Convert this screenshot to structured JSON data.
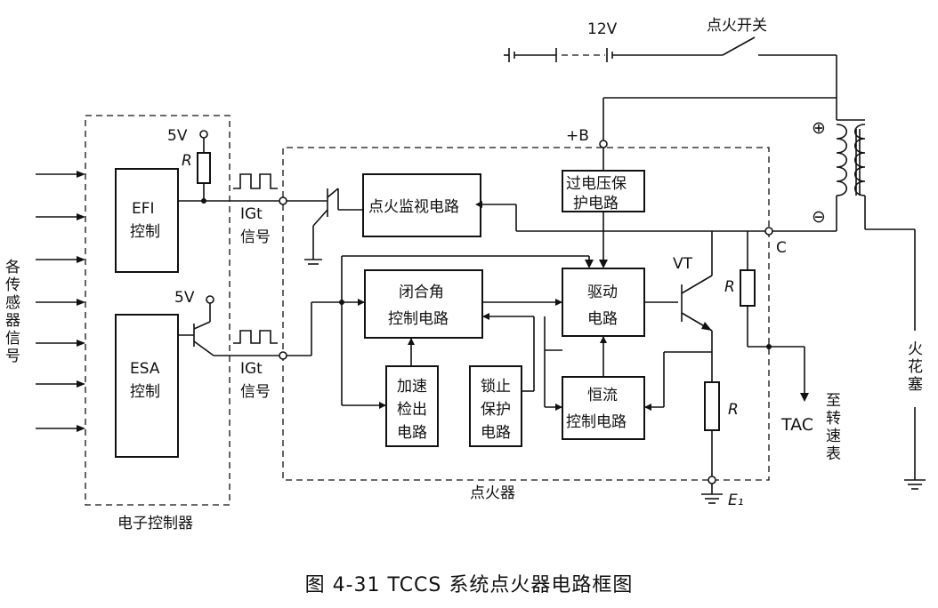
{
  "supply": {
    "voltage": "12V",
    "ignition_switch": "点火开关",
    "plus_b": "+B"
  },
  "ecu": {
    "title": "电子控制器",
    "sensor_signal": "各传感器信号",
    "efi": {
      "line1": "EFI",
      "line2": "控制"
    },
    "esa": {
      "line1": "ESA",
      "line2": "控制"
    },
    "five_v_1": "5V",
    "five_v_2": "5V",
    "resistor_label": "R"
  },
  "signals": {
    "igt_1": {
      "line1": "IGt",
      "line2": "信号"
    },
    "igt_2": {
      "line1": "IGt",
      "line2": "信号"
    }
  },
  "igniter": {
    "title": "点火器",
    "monitor": "点火监视电路",
    "overvoltage": {
      "line1": "过电压保",
      "line2": "护电路"
    },
    "dwell": {
      "line1": "闭合角",
      "line2": "控制电路"
    },
    "driver": {
      "line1": "驱动",
      "line2": "电路"
    },
    "accel": {
      "line1": "加速",
      "line2": "检出",
      "line3": "电路"
    },
    "lock": {
      "line1": "锁止",
      "line2": "保护",
      "line3": "电路"
    },
    "constant_current": {
      "line1": "恒流",
      "line2": "控制电路"
    },
    "transistor": "VT",
    "resistor_r1": "R",
    "resistor_r2": "R",
    "node_c": "C",
    "ground_e1": "E₁"
  },
  "coil": {
    "plus": "⊕",
    "minus": "⊖"
  },
  "outputs": {
    "spark_plug": "火花塞",
    "tac": "TAC",
    "tachometer": "至转速表"
  },
  "caption": "图 4-31   TCCS 系统点火器电路框图"
}
